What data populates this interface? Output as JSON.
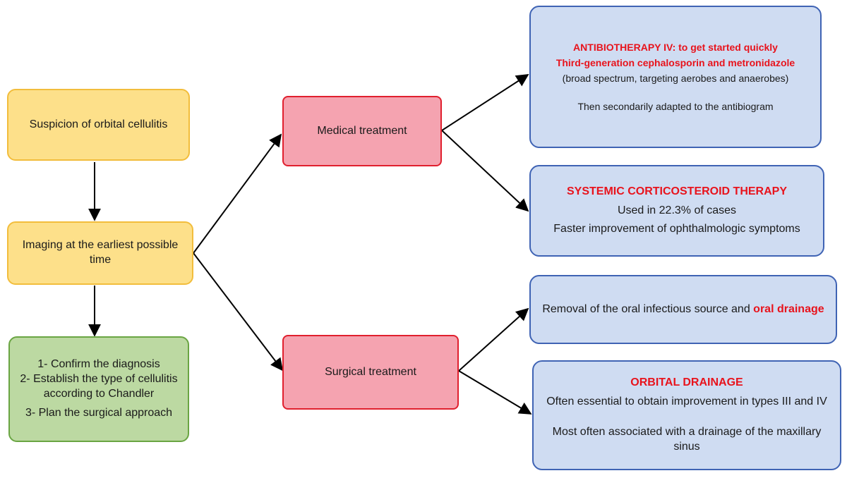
{
  "left": {
    "suspicion": "Suspicion of orbital cellulitis",
    "imaging": "Imaging at the earliest possible time",
    "steps": [
      "1- Confirm the diagnosis",
      "2- Establish the type of cellulitis according to Chandler",
      "3- Plan the surgical approach"
    ]
  },
  "middle": {
    "medical": "Medical treatment",
    "surgical": "Surgical treatment"
  },
  "right": {
    "antibio": {
      "title1": "ANTIBIOTHERAPY IV: to get started quickly",
      "title2": "Third-generation cephalosporin and metronidazole",
      "note": "(broad spectrum, targeting aerobes and anaerobes)",
      "then": "Then secondarily adapted to the antibiogram"
    },
    "cortico": {
      "title": "SYSTEMIC CORTICOSTEROID THERAPY",
      "line1": "Used in 22.3% of cases",
      "line2": "Faster improvement of ophthalmologic symptoms"
    },
    "removal": {
      "text": "Removal of the oral infectious source and ",
      "highlight": "oral drainage"
    },
    "orbital": {
      "title": "ORBITAL DRAINAGE",
      "line1": "Often essential to obtain improvement in types III and IV",
      "line2": "Most often associated with a drainage of the maxillary sinus"
    }
  },
  "colors": {
    "yellow_fill": "#fde08a",
    "green_fill": "#bcd9a2",
    "pink_fill": "#f5a3b0",
    "blue_fill": "#cfdcf2",
    "highlight_red": "#e8131c"
  }
}
